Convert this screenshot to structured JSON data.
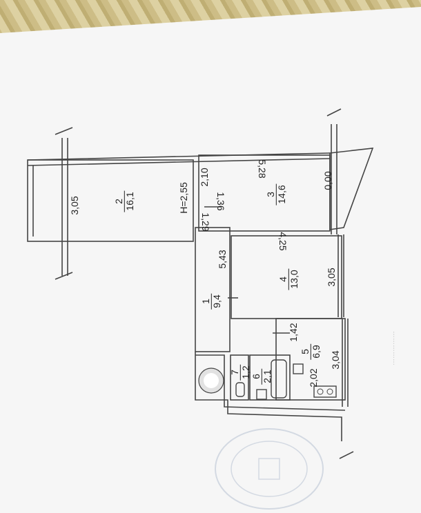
{
  "rooms": [
    {
      "number": "1",
      "area": "9,4"
    },
    {
      "number": "2",
      "area": "16,1"
    },
    {
      "number": "3",
      "area": "14,6"
    },
    {
      "number": "4",
      "area": "13,0"
    },
    {
      "number": "5",
      "area": "6,9"
    },
    {
      "number": "6",
      "area": "2,1"
    },
    {
      "number": "7",
      "area": "1,2"
    }
  ],
  "dimensions": {
    "room2_width": "3,05",
    "ceiling_height": "H=2,55",
    "room3_depth": "2,10",
    "room3_length": "5,28",
    "balcony_width": "0,00",
    "corridor_top": "1,36",
    "corridor_width": "1,29",
    "corridor_length": "5,43",
    "room4_length": "4,25",
    "room4_width": "3,05",
    "kitchen_depth": "1,42",
    "kitchen_width": "3,04",
    "kitchen_length": "2,02"
  },
  "side_text": "……………"
}
